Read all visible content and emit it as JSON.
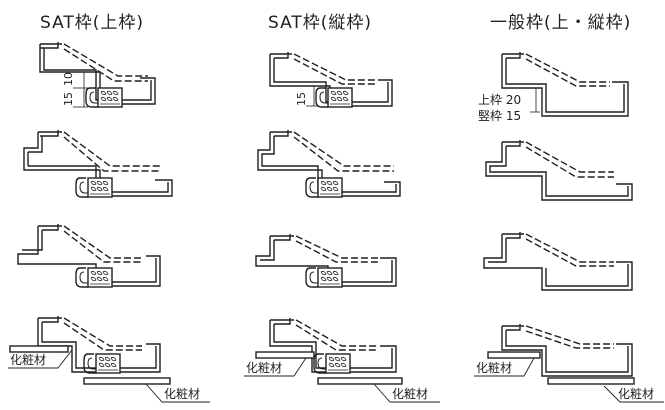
{
  "columns": [
    {
      "title": "SAT枠(上枠)"
    },
    {
      "title": "SAT枠(縦枠)"
    },
    {
      "title": "一般枠(上・縦枠)"
    }
  ],
  "dimensions": {
    "sat_top_a": "15",
    "sat_top_b": "10",
    "sat_side": "15",
    "general_top": "上枠 20",
    "general_side": "竪枠 15"
  },
  "labels": {
    "trim": "化粧材"
  }
}
